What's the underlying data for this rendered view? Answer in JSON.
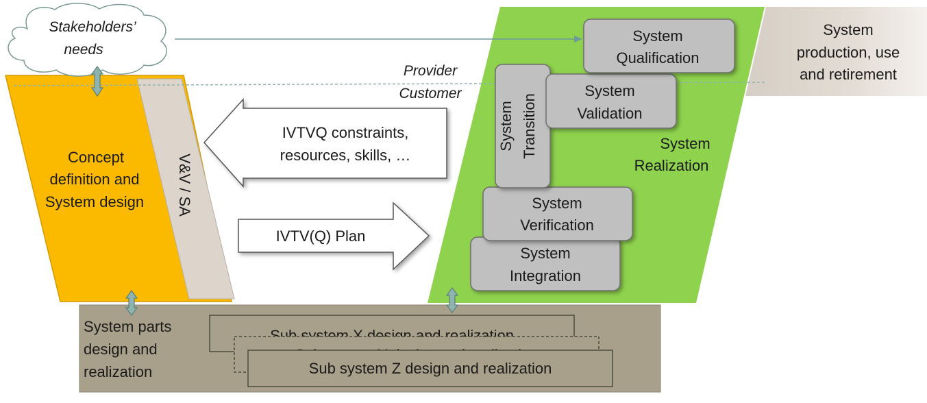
{
  "stakeholders": {
    "line1": "Stakeholders’",
    "line2": "needs"
  },
  "provider_label": "Provider",
  "customer_label": "Customer",
  "concept": {
    "line1": "Concept",
    "line2": "definition and",
    "line3": "System design"
  },
  "vv_sa": "V&V / SA",
  "constraints_arrow": {
    "line1": "IVTVQ constraints,",
    "line2": "resources, skills, …"
  },
  "plan_arrow": "IVTV(Q)  Plan",
  "realization": {
    "line1": "System",
    "line2": "Realization"
  },
  "qualification": {
    "line1": "System",
    "line2": "Qualification"
  },
  "validation": {
    "line1": "System",
    "line2": "Validation"
  },
  "transition": {
    "line1": "System",
    "line2": "Transition"
  },
  "verification": {
    "line1": "System",
    "line2": "Verification"
  },
  "integration": {
    "line1": "System",
    "line2": "Integration"
  },
  "production": {
    "line1": "System",
    "line2": "production, use",
    "line3": "and retirement"
  },
  "parts": {
    "line1": "System parts",
    "line2": "design and",
    "line3": "realization"
  },
  "subsystems": {
    "x": "Sub system X design and realization",
    "y": "Sub system Y design and realization",
    "z": "Sub system Z design and realization"
  },
  "colors": {
    "concept": "#fbb900",
    "realization": "#8fd24e",
    "parts": "#a8a08a",
    "production": "#ddd5cc",
    "boxes": "#c0c0c0",
    "connector": "#8fb4b0"
  }
}
